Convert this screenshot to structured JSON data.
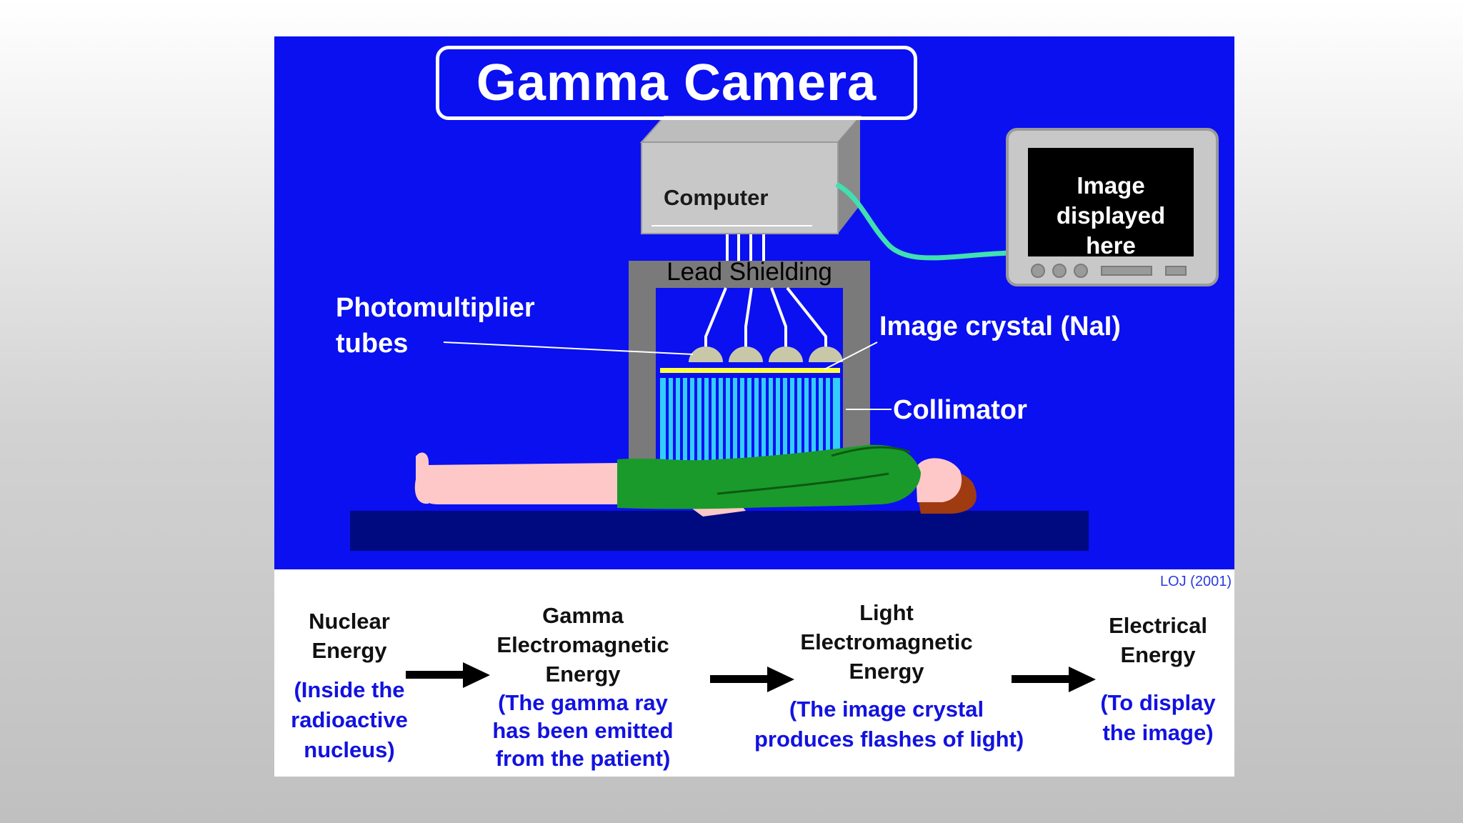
{
  "title": "Gamma Camera",
  "diagram": {
    "computer_label": "Computer",
    "lead_shielding_label": "Lead Shielding",
    "photomultiplier_label": [
      "Photomultiplier",
      "tubes"
    ],
    "image_crystal_label": "Image crystal (NaI)",
    "collimator_label": "Collimator",
    "monitor_lines": [
      "Image",
      "displayed",
      "here"
    ],
    "colors": {
      "background": "#0a10f0",
      "computer_box": "#c8c8c8",
      "cable": "#40e0b0",
      "crystal": "#ffff40",
      "collimator": "#33ccff",
      "patient_skin": "#ffc8c8",
      "patient_gown": "#1a9a2a",
      "patient_hair": "#a03a10",
      "table": "#000a80"
    }
  },
  "credit": "LOJ (2001)",
  "energy_chain": [
    {
      "title": [
        "Nuclear",
        "Energy"
      ],
      "note": [
        "(Inside the",
        "radioactive",
        "nucleus)"
      ]
    },
    {
      "title": [
        "Gamma",
        "Electromagnetic",
        "Energy"
      ],
      "note": [
        "(The gamma ray",
        "has been emitted",
        "from the patient)"
      ]
    },
    {
      "title": [
        "Light",
        "Electromagnetic",
        "Energy"
      ],
      "note": [
        "(The image crystal",
        "produces flashes of light)"
      ]
    },
    {
      "title": [
        "Electrical",
        "Energy"
      ],
      "note": [
        "(To display",
        "the image)"
      ]
    }
  ]
}
